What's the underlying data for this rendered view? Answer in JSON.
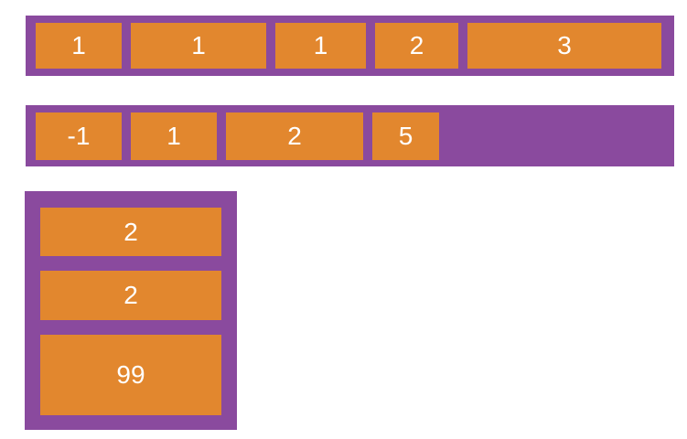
{
  "colors": {
    "container": "#8A4A9E",
    "item": "#E2872E",
    "label": "#FFFFFF",
    "page_background": "#FFFFFF"
  },
  "containers": [
    {
      "name": "horizontal-flex-container-1",
      "direction": "row",
      "items": [
        "1",
        "1",
        "1",
        "2",
        "3"
      ]
    },
    {
      "name": "horizontal-flex-container-2",
      "direction": "row",
      "items": [
        "-1",
        "1",
        "2",
        "5"
      ]
    },
    {
      "name": "vertical-flex-container",
      "direction": "column",
      "items": [
        "2",
        "2",
        "99"
      ]
    }
  ]
}
